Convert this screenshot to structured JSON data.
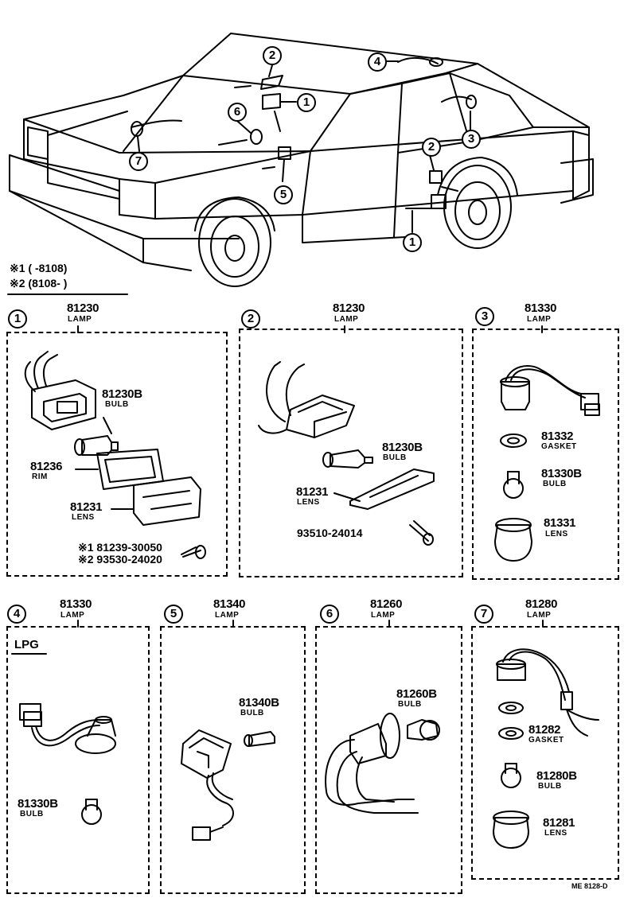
{
  "notes": {
    "note1": "※1 (      -8108)",
    "note2": "※2 (8108-        )"
  },
  "callouts": {
    "c1": "1",
    "c2": "2",
    "c3": "3",
    "c4": "4",
    "c5": "5",
    "c6": "6",
    "c7": "7"
  },
  "panels": [
    {
      "num": "1",
      "part": "81230",
      "label": "LAMP"
    },
    {
      "num": "2",
      "part": "81230",
      "label": "LAMP"
    },
    {
      "num": "3",
      "part": "81330",
      "label": "LAMP"
    },
    {
      "num": "4",
      "part": "81330",
      "label": "LAMP"
    },
    {
      "num": "5",
      "part": "81340",
      "label": "LAMP"
    },
    {
      "num": "6",
      "part": "81260",
      "label": "LAMP"
    },
    {
      "num": "7",
      "part": "81280",
      "label": "LAMP"
    }
  ],
  "p1": {
    "bulb": "81230B",
    "bulb_l": "BULB",
    "rim": "81236",
    "rim_l": "RIM",
    "lens": "81231",
    "lens_l": "LENS",
    "screw1": "※1 81239-30050",
    "screw2": "※2 93530-24020"
  },
  "p2": {
    "bulb": "81230B",
    "bulb_l": "BULB",
    "lens": "81231",
    "lens_l": "LENS",
    "screw": "93510-24014"
  },
  "p3": {
    "gasket": "81332",
    "gasket_l": "GASKET",
    "bulb": "81330B",
    "bulb_l": "BULB",
    "lens": "81331",
    "lens_l": "LENS"
  },
  "p4": {
    "tag": "LPG",
    "bulb": "81330B",
    "bulb_l": "BULB"
  },
  "p5": {
    "bulb": "81340B",
    "bulb_l": "BULB"
  },
  "p6": {
    "bulb": "81260B",
    "bulb_l": "BULB"
  },
  "p7": {
    "gasket": "81282",
    "gasket_l": "GASKET",
    "bulb": "81280B",
    "bulb_l": "BULB",
    "lens": "81281",
    "lens_l": "LENS"
  },
  "footer_code": "ME 8128-D"
}
